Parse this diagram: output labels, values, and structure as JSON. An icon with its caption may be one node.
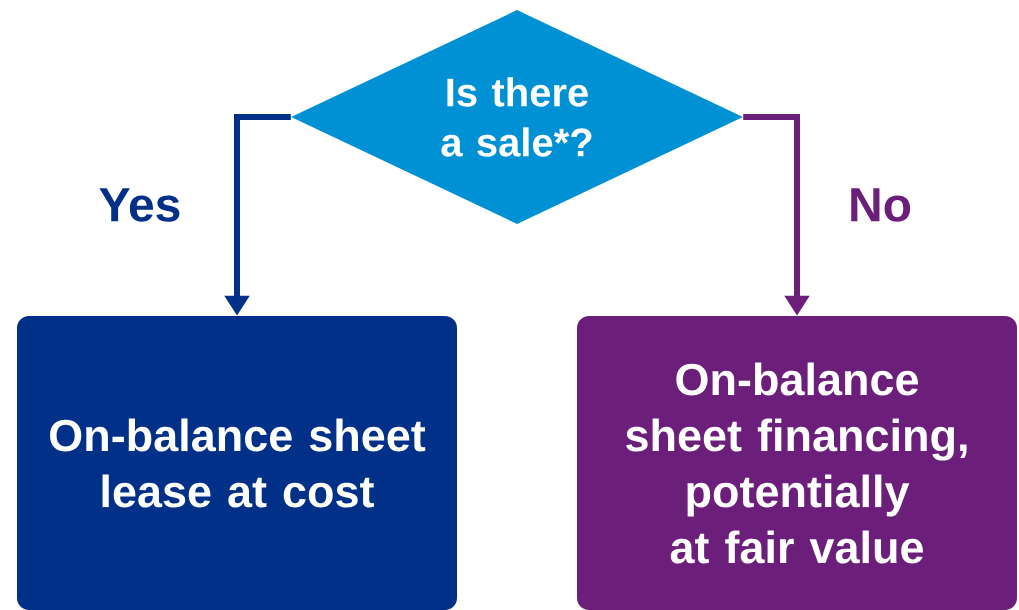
{
  "diagram": {
    "nodes": [
      {
        "text": [
          "Is there a sale*?"
        ]
      },
      {
        "text": [
          "On-balance sheet lease at cost"
        ]
      },
      {
        "text": [
          "On-balance sheet financing, potentially at fair value"
        ]
      }
    ],
    "edges": [
      {
        "from": 0,
        "to": 1,
        "arrow": "to",
        "label": "Yes",
        "color": "#003087"
      },
      {
        "from": 0,
        "to": 2,
        "arrow": "to",
        "label": "No",
        "color": "#6b1f7b"
      }
    ]
  }
}
